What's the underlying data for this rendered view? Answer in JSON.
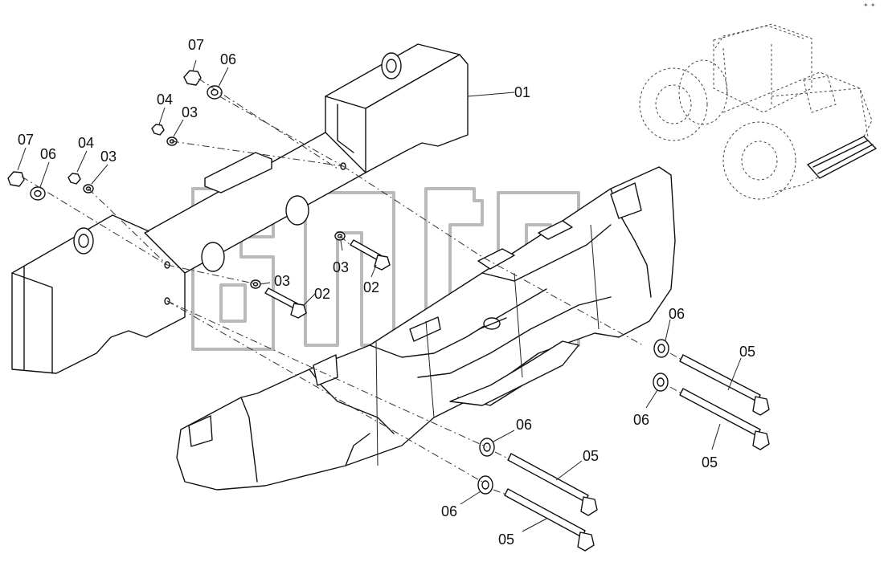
{
  "diagram": {
    "callouts": {
      "c01": "01",
      "c02a": "02",
      "c02b": "02",
      "c03a": "03",
      "c03b": "03",
      "c03c": "03",
      "c03d": "03",
      "c04a": "04",
      "c04b": "04",
      "c05a": "05",
      "c05b": "05",
      "c05c": "05",
      "c05d": "05",
      "c06a": "06",
      "c06b": "06",
      "c06c": "06",
      "c06d": "06",
      "c06e": "06",
      "c06f": "06",
      "c07a": "07",
      "c07b": "07"
    },
    "watermark": {
      "text": "ande",
      "mark": "TM"
    },
    "line_color": "#111111",
    "watermark_color": "#b9b9b9"
  }
}
